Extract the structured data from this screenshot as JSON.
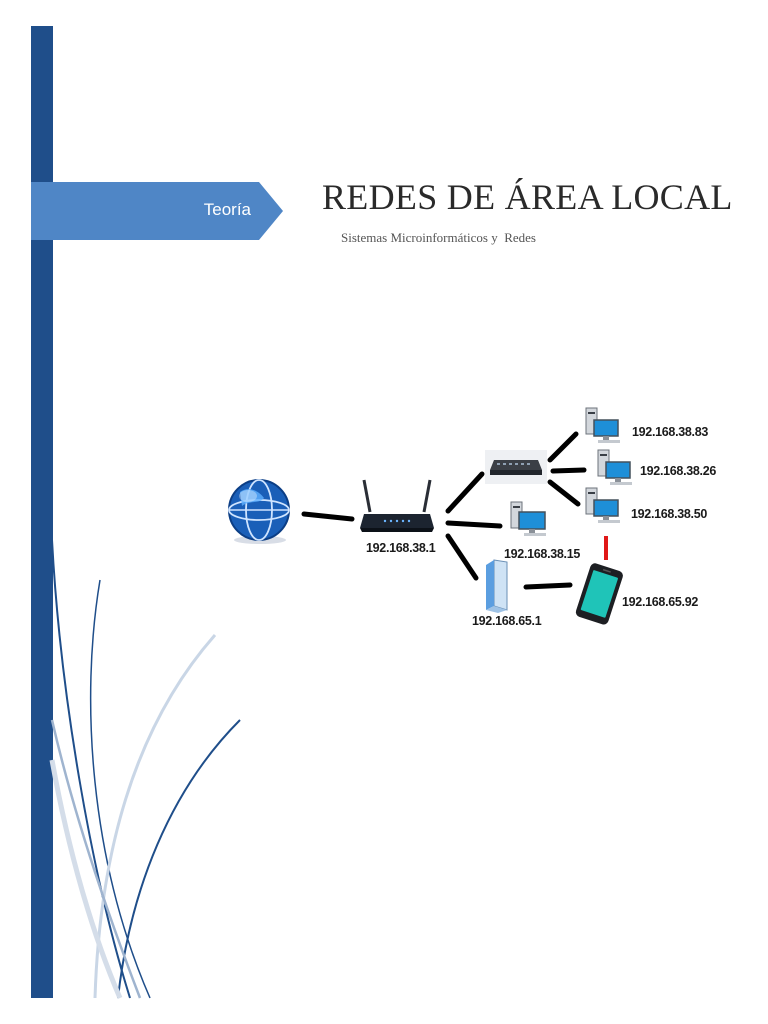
{
  "cover": {
    "section_tag": "Teoría",
    "title": "REDES DE ÁREA LOCAL",
    "subtitle": "Sistemas Microinformáticos y  Redes"
  },
  "diagram": {
    "router_ip": "192.168.38.1",
    "pc_direct_ip": "192.168.38.15",
    "pc1_ip": "192.168.38.83",
    "pc2_ip": "192.168.38.26",
    "pc3_ip": "192.168.38.50",
    "access_point_ip": "192.168.65.1",
    "phone_ip": "192.168.65.92"
  },
  "colors": {
    "sidebar": "#1f4e8a",
    "tag": "#4f86c6",
    "link": "#000000",
    "wireless_link": "#e01818"
  }
}
